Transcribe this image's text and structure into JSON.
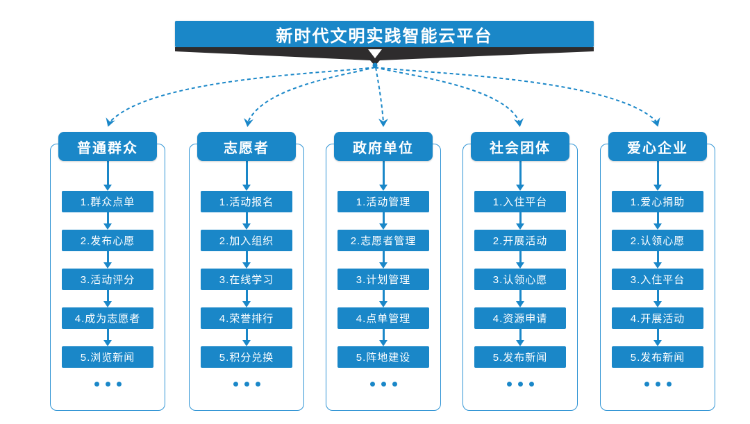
{
  "title": "新时代文明实践智能云平台",
  "columns": [
    {
      "header": "普通群众",
      "items": [
        "1.群众点单",
        "2.发布心愿",
        "3.活动评分",
        "4.成为志愿者",
        "5.浏览新闻"
      ],
      "ellipsis": "..."
    },
    {
      "header": "志愿者",
      "items": [
        "1.活动报名",
        "2.加入组织",
        "3.在线学习",
        "4.荣誉排行",
        "5.积分兑换"
      ],
      "ellipsis": "..."
    },
    {
      "header": "政府单位",
      "items": [
        "1.活动管理",
        "2.志愿者管理",
        "3.计划管理",
        "4.点单管理",
        "5.阵地建设"
      ],
      "ellipsis": "..."
    },
    {
      "header": "社会团体",
      "items": [
        "1.入住平台",
        "2.开展活动",
        "3.认领心愿",
        "4.资源申请",
        "5.发布新闻"
      ],
      "ellipsis": "..."
    },
    {
      "header": "爱心企业",
      "items": [
        "1.爱心捐助",
        "2.认领心愿",
        "3.入住平台",
        "4.开展活动",
        "5.发布新闻"
      ],
      "ellipsis": "..."
    }
  ],
  "icons": {
    "funnel_arrow": "down-triangle",
    "step_connector": "down-arrow",
    "more_steps": "ellipsis-dots"
  },
  "colors": {
    "primary": "#1a87c8",
    "container_border": "#2e93d4",
    "funnel_dark": "#2e2c2d",
    "text_on_blue": "#ffffff",
    "background": "#ffffff"
  }
}
